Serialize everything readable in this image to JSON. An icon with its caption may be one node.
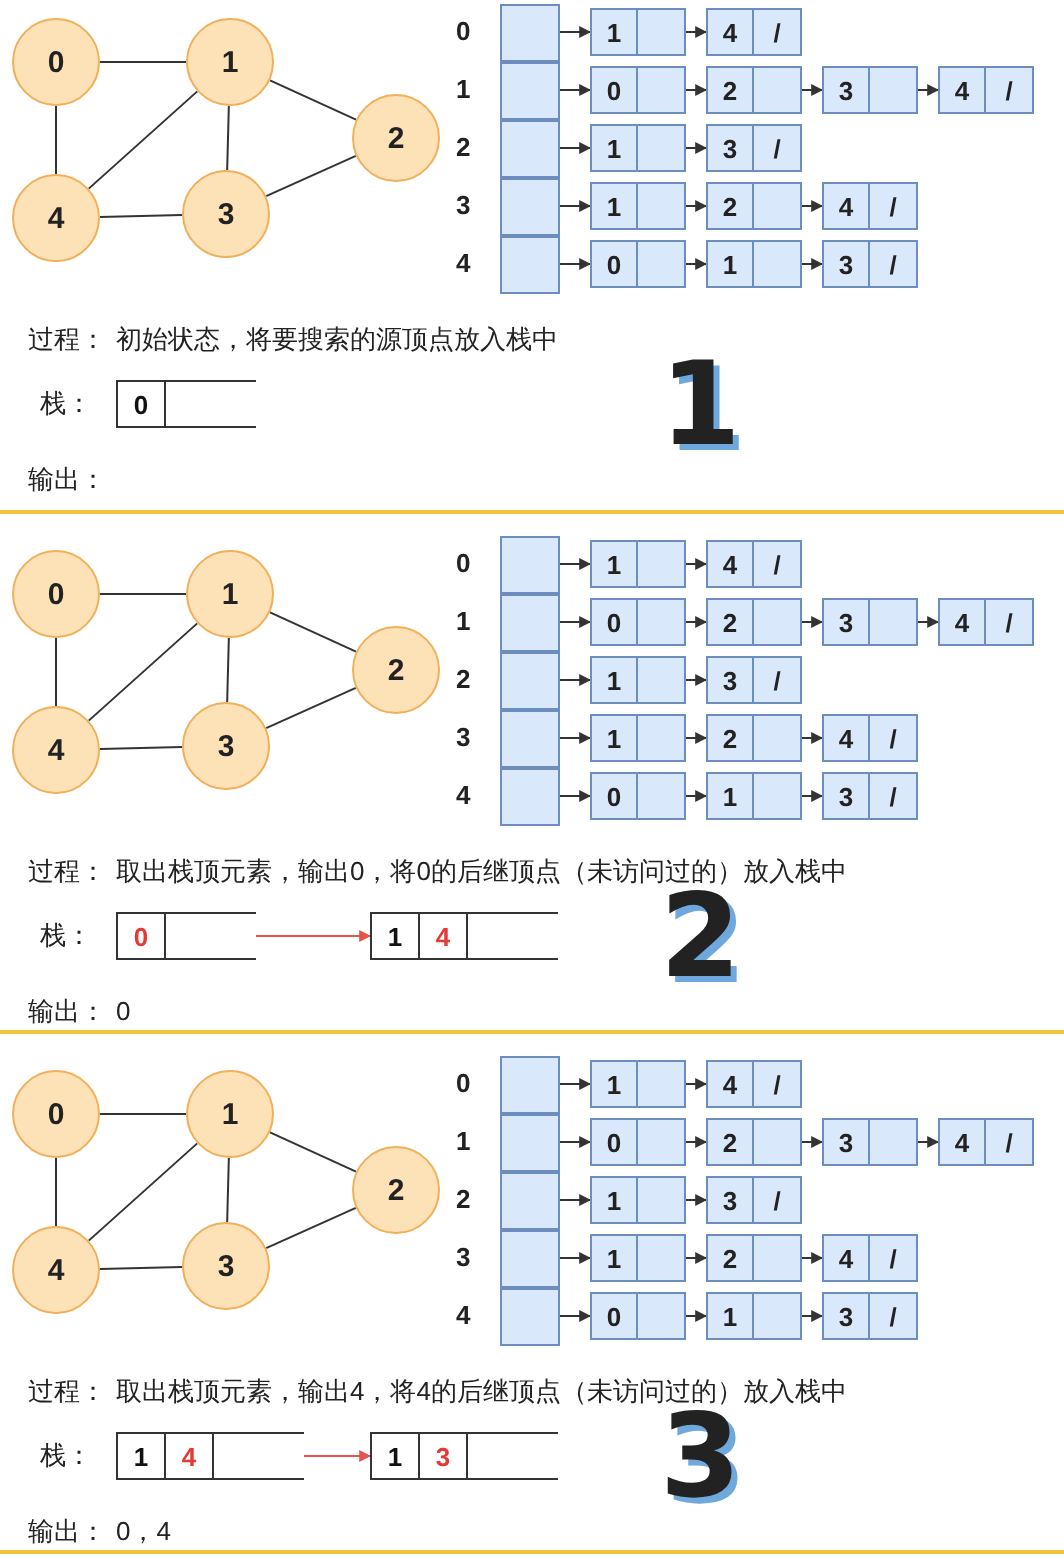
{
  "diagram": {
    "nodes": [
      {
        "text": [
          "0"
        ]
      },
      {
        "text": [
          "1"
        ]
      },
      {
        "text": [
          "2"
        ]
      },
      {
        "text": [
          "3"
        ]
      },
      {
        "text": [
          "4"
        ]
      },
      {
        "text": [],
        "shape": "box",
        "beside": [
          "0"
        ]
      },
      {
        "text": [],
        "shape": "box",
        "beside": [
          "1"
        ]
      },
      {
        "text": [],
        "shape": "box",
        "beside": [
          "2"
        ]
      },
      {
        "text": [],
        "shape": "box",
        "beside": [
          "3"
        ]
      },
      {
        "text": [],
        "shape": "box",
        "beside": [
          "4"
        ]
      },
      {
        "text": [
          "1"
        ]
      },
      {
        "text": [
          "4",
          "/"
        ]
      },
      {
        "text": [
          "0"
        ]
      },
      {
        "text": [
          "2"
        ]
      },
      {
        "text": [
          "3"
        ]
      },
      {
        "text": [
          "4",
          "/"
        ]
      },
      {
        "text": [
          "1"
        ]
      },
      {
        "text": [
          "3",
          "/"
        ]
      },
      {
        "text": [
          "1"
        ]
      },
      {
        "text": [
          "2"
        ]
      },
      {
        "text": [
          "4",
          "/"
        ]
      },
      {
        "text": [
          "0"
        ]
      },
      {
        "text": [
          "1"
        ]
      },
      {
        "text": [
          "3",
          "/"
        ]
      },
      {
        "text": [
          "0"
        ]
      },
      {
        "text": [
          "0"
        ]
      },
      {
        "text": [
          "1"
        ]
      },
      {
        "text": [
          "2"
        ]
      },
      {
        "text": [
          "3"
        ]
      },
      {
        "text": [
          "4"
        ]
      },
      {
        "text": [],
        "shape": "box",
        "beside": [
          "0"
        ]
      },
      {
        "text": [],
        "shape": "box",
        "beside": [
          "1"
        ]
      },
      {
        "text": [],
        "shape": "box",
        "beside": [
          "2"
        ]
      },
      {
        "text": [],
        "shape": "box",
        "beside": [
          "3"
        ]
      },
      {
        "text": [],
        "shape": "box",
        "beside": [
          "4"
        ]
      },
      {
        "text": [
          "1"
        ]
      },
      {
        "text": [
          "4",
          "/"
        ]
      },
      {
        "text": [
          "0"
        ]
      },
      {
        "text": [
          "2"
        ]
      },
      {
        "text": [
          "3"
        ]
      },
      {
        "text": [
          "4",
          "/"
        ]
      },
      {
        "text": [
          "1"
        ]
      },
      {
        "text": [
          "3",
          "/"
        ]
      },
      {
        "text": [
          "1"
        ]
      },
      {
        "text": [
          "2"
        ]
      },
      {
        "text": [
          "4",
          "/"
        ]
      },
      {
        "text": [
          "0"
        ]
      },
      {
        "text": [
          "1"
        ]
      },
      {
        "text": [
          "3",
          "/"
        ]
      },
      {
        "text": [
          "0"
        ]
      },
      {
        "text": [
          "1",
          "4"
        ]
      },
      {
        "text": [
          "0"
        ]
      },
      {
        "text": [
          "1"
        ]
      },
      {
        "text": [
          "2"
        ]
      },
      {
        "text": [
          "3"
        ]
      },
      {
        "text": [
          "4"
        ]
      },
      {
        "text": [],
        "shape": "box",
        "beside": [
          "0"
        ]
      },
      {
        "text": [],
        "shape": "box",
        "beside": [
          "1"
        ]
      },
      {
        "text": [],
        "shape": "box",
        "beside": [
          "2"
        ]
      },
      {
        "text": [],
        "shape": "box",
        "beside": [
          "3"
        ]
      },
      {
        "text": [],
        "shape": "box",
        "beside": [
          "4"
        ]
      },
      {
        "text": [
          "1"
        ]
      },
      {
        "text": [
          "4",
          "/"
        ]
      },
      {
        "text": [
          "0"
        ]
      },
      {
        "text": [
          "2"
        ]
      },
      {
        "text": [
          "3"
        ]
      },
      {
        "text": [
          "4",
          "/"
        ]
      },
      {
        "text": [
          "1"
        ]
      },
      {
        "text": [
          "3",
          "/"
        ]
      },
      {
        "text": [
          "1"
        ]
      },
      {
        "text": [
          "2"
        ]
      },
      {
        "text": [
          "4",
          "/"
        ]
      },
      {
        "text": [
          "0"
        ]
      },
      {
        "text": [
          "1"
        ]
      },
      {
        "text": [
          "3",
          "/"
        ]
      },
      {
        "text": [
          "1",
          "4"
        ]
      },
      {
        "text": [
          "1",
          "3"
        ]
      }
    ],
    "edges": [
      {
        "from": 0,
        "to": 1,
        "arrow": "none"
      },
      {
        "from": 0,
        "to": 4,
        "arrow": "none"
      },
      {
        "from": 1,
        "to": 4,
        "arrow": "none"
      },
      {
        "from": 1,
        "to": 3,
        "arrow": "none"
      },
      {
        "from": 1,
        "to": 2,
        "arrow": "none"
      },
      {
        "from": 4,
        "to": 3,
        "arrow": "none"
      },
      {
        "from": 3,
        "to": 2,
        "arrow": "none"
      },
      {
        "from": 5,
        "to": 10,
        "arrow": "to"
      },
      {
        "from": 10,
        "to": 11,
        "arrow": "to"
      },
      {
        "from": 6,
        "to": 12,
        "arrow": "to"
      },
      {
        "from": 12,
        "to": 13,
        "arrow": "to"
      },
      {
        "from": 13,
        "to": 14,
        "arrow": "to"
      },
      {
        "from": 14,
        "to": 15,
        "arrow": "to"
      },
      {
        "from": 7,
        "to": 16,
        "arrow": "to"
      },
      {
        "from": 16,
        "to": 17,
        "arrow": "to"
      },
      {
        "from": 8,
        "to": 18,
        "arrow": "to"
      },
      {
        "from": 18,
        "to": 19,
        "arrow": "to"
      },
      {
        "from": 19,
        "to": 20,
        "arrow": "to"
      },
      {
        "from": 9,
        "to": 21,
        "arrow": "to"
      },
      {
        "from": 21,
        "to": 22,
        "arrow": "to"
      },
      {
        "from": 22,
        "to": 23,
        "arrow": "to"
      },
      {
        "from": 25,
        "to": 26,
        "arrow": "none"
      },
      {
        "from": 25,
        "to": 29,
        "arrow": "none"
      },
      {
        "from": 26,
        "to": 29,
        "arrow": "none"
      },
      {
        "from": 26,
        "to": 28,
        "arrow": "none"
      },
      {
        "from": 26,
        "to": 27,
        "arrow": "none"
      },
      {
        "from": 29,
        "to": 28,
        "arrow": "none"
      },
      {
        "from": 28,
        "to": 27,
        "arrow": "none"
      },
      {
        "from": 30,
        "to": 35,
        "arrow": "to"
      },
      {
        "from": 35,
        "to": 36,
        "arrow": "to"
      },
      {
        "from": 31,
        "to": 37,
        "arrow": "to"
      },
      {
        "from": 37,
        "to": 38,
        "arrow": "to"
      },
      {
        "from": 38,
        "to": 39,
        "arrow": "to"
      },
      {
        "from": 39,
        "to": 40,
        "arrow": "to"
      },
      {
        "from": 32,
        "to": 41,
        "arrow": "to"
      },
      {
        "from": 41,
        "to": 42,
        "arrow": "to"
      },
      {
        "from": 33,
        "to": 43,
        "arrow": "to"
      },
      {
        "from": 43,
        "to": 44,
        "arrow": "to"
      },
      {
        "from": 44,
        "to": 45,
        "arrow": "to"
      },
      {
        "from": 34,
        "to": 46,
        "arrow": "to"
      },
      {
        "from": 46,
        "to": 47,
        "arrow": "to"
      },
      {
        "from": 47,
        "to": 48,
        "arrow": "to"
      },
      {
        "from": 49,
        "to": 50,
        "arrow": "to",
        "color": "#e8534f"
      },
      {
        "from": 51,
        "to": 52,
        "arrow": "none"
      },
      {
        "from": 51,
        "to": 55,
        "arrow": "none"
      },
      {
        "from": 52,
        "to": 55,
        "arrow": "none"
      },
      {
        "from": 52,
        "to": 54,
        "arrow": "none"
      },
      {
        "from": 52,
        "to": 53,
        "arrow": "none"
      },
      {
        "from": 55,
        "to": 54,
        "arrow": "none"
      },
      {
        "from": 54,
        "to": 53,
        "arrow": "none"
      },
      {
        "from": 56,
        "to": 61,
        "arrow": "to"
      },
      {
        "from": 61,
        "to": 62,
        "arrow": "to"
      },
      {
        "from": 57,
        "to": 63,
        "arrow": "to"
      },
      {
        "from": 63,
        "to": 64,
        "arrow": "to"
      },
      {
        "from": 64,
        "to": 65,
        "arrow": "to"
      },
      {
        "from": 65,
        "to": 66,
        "arrow": "to"
      },
      {
        "from": 58,
        "to": 67,
        "arrow": "to"
      },
      {
        "from": 67,
        "to": 68,
        "arrow": "to"
      },
      {
        "from": 59,
        "to": 69,
        "arrow": "to"
      },
      {
        "from": 69,
        "to": 70,
        "arrow": "to"
      },
      {
        "from": 70,
        "to": 71,
        "arrow": "to"
      },
      {
        "from": 60,
        "to": 72,
        "arrow": "to"
      },
      {
        "from": 72,
        "to": 73,
        "arrow": "to"
      },
      {
        "from": 73,
        "to": 74,
        "arrow": "to"
      },
      {
        "from": 75,
        "to": 76,
        "arrow": "to",
        "color": "#e8534f"
      }
    ],
    "labels": [
      "过程：",
      "初始状态，将要搜索的源顶点放入栈中",
      "栈：",
      "1",
      "输出：",
      "过程：",
      "取出栈顶元素，输出0，将0的后继顶点（未访问过的）放入栈中",
      "栈：",
      "2",
      "输出：",
      "0",
      "过程：",
      "取出栈顶元素，输出4，将4的后继顶点（未访问过的）放入栈中",
      "栈：",
      "3",
      "输出：",
      "0，4"
    ]
  }
}
